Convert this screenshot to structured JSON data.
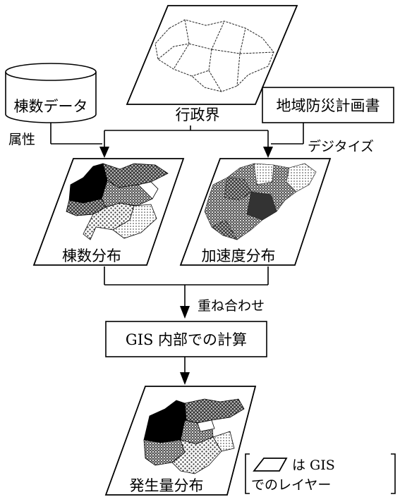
{
  "layers": {
    "admin_boundary": "行政界",
    "building_count_dist": "棟数分布",
    "acceleration_dist": "加速度分布",
    "occurrence_dist": "発生量分布"
  },
  "sources": {
    "building_count_data": "棟数データ",
    "disaster_plan": "地域防災計画書"
  },
  "edge_labels": {
    "attribute": "属性",
    "digitize": "デジタイズ",
    "overlay": "重ね合わせ"
  },
  "process": {
    "gis_calc": "GIS 内部での計算"
  },
  "legend": {
    "line1": "は GIS",
    "line2": "でのレイヤー"
  }
}
